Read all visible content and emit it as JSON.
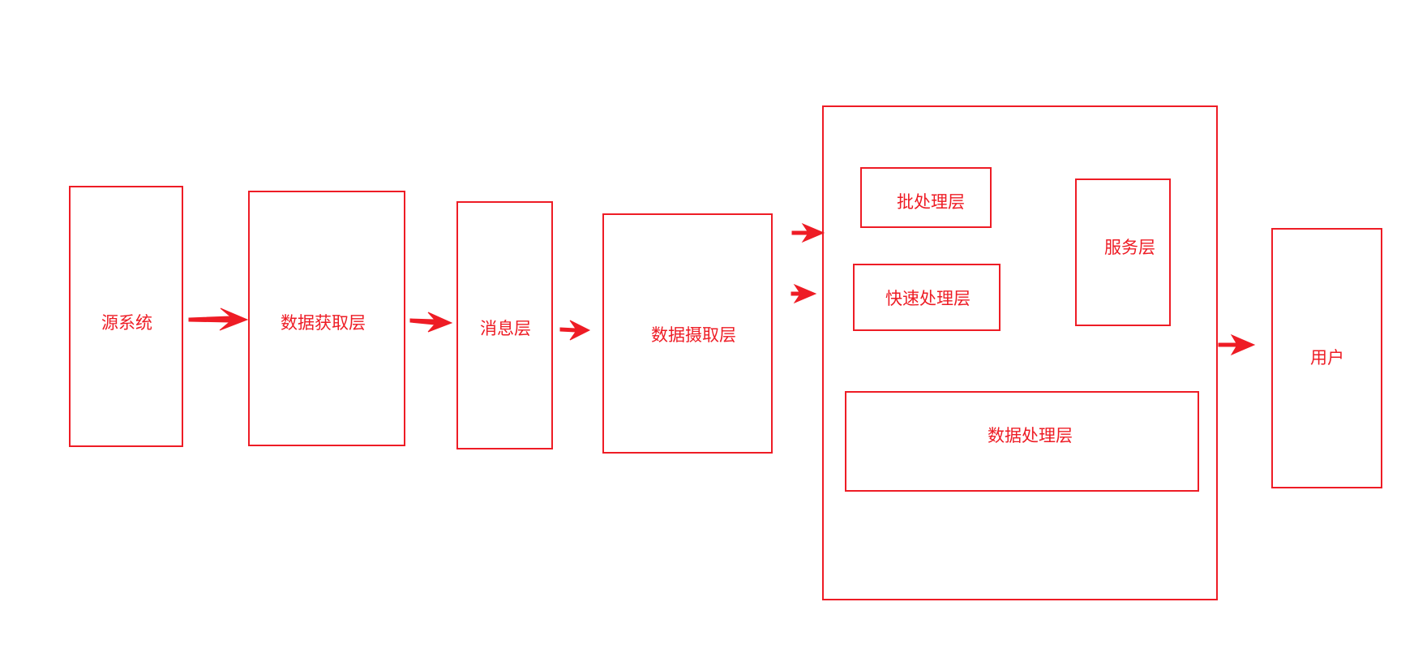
{
  "theme": {
    "accent_color": "#ee1c25",
    "background_color": "#ffffff"
  },
  "nodes": {
    "source_system": "源系统",
    "data_acquisition_layer": "数据获取层",
    "message_layer": "消息层",
    "data_ingestion_layer": "数据摄取层",
    "batch_processing_layer": "批处理层",
    "fast_processing_layer": "快速处理层",
    "service_layer": "服务层",
    "data_processing_layer": "数据处理层",
    "user": "用户"
  }
}
